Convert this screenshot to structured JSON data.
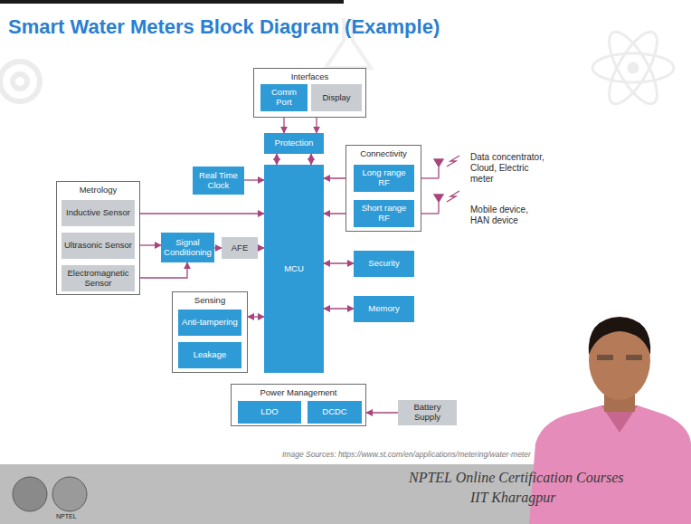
{
  "diagram": {
    "title": "Smart Water Meters Block Diagram (Example)",
    "nodes": [
      {
        "text": [
          "Interfaces"
        ]
      },
      {
        "text": [
          "Comm Port"
        ],
        "in": 0
      },
      {
        "text": [
          "Display"
        ],
        "in": 0
      },
      {
        "text": [
          "Protection"
        ]
      },
      {
        "text": [
          "Real Time Clock"
        ]
      },
      {
        "text": [
          "Metrology"
        ]
      },
      {
        "text": [
          "Inductive Sensor"
        ],
        "in": 5
      },
      {
        "text": [
          "Ultrasonic Sensor"
        ],
        "in": 5
      },
      {
        "text": [
          "Electromagnetic Sensor"
        ],
        "in": 5
      },
      {
        "text": [
          "Signal Conditioning"
        ]
      },
      {
        "text": [
          "AFE"
        ]
      },
      {
        "text": [
          "MCU"
        ]
      },
      {
        "text": [
          "Connectivity"
        ]
      },
      {
        "text": [
          "Long range RF"
        ],
        "in": 12
      },
      {
        "text": [
          "Short range RF"
        ],
        "in": 12
      },
      {
        "text": [
          "Security"
        ]
      },
      {
        "text": [
          "Memory"
        ]
      },
      {
        "text": [
          "Sensing"
        ]
      },
      {
        "text": [
          "Anti-tampering"
        ],
        "in": 17
      },
      {
        "text": [
          "Leakage"
        ],
        "in": 17
      },
      {
        "text": [
          "Power Management"
        ]
      },
      {
        "text": [
          "LDO"
        ],
        "in": 20
      },
      {
        "text": [
          "DCDC"
        ],
        "in": 20
      },
      {
        "text": [
          "Battery Supply"
        ]
      }
    ],
    "edges": [
      {
        "from": 1,
        "to": 3,
        "arrow": "both"
      },
      {
        "from": 2,
        "to": 3,
        "arrow": "both"
      },
      {
        "from": 3,
        "to": 11,
        "arrow": "both"
      },
      {
        "from": 3,
        "to": 11,
        "arrow": "both"
      },
      {
        "from": 4,
        "to": 11,
        "arrow": "to"
      },
      {
        "from": 6,
        "to": 11,
        "arrow": "to"
      },
      {
        "from": 7,
        "to": 9,
        "arrow": "to"
      },
      {
        "from": 8,
        "to": 9,
        "arrow": "to"
      },
      {
        "from": 9,
        "to": 10,
        "arrow": "to"
      },
      {
        "from": 10,
        "to": 11,
        "arrow": "to"
      },
      {
        "from": 11,
        "to": 13,
        "arrow": "both"
      },
      {
        "from": 11,
        "to": 14,
        "arrow": "both"
      },
      {
        "from": 11,
        "to": 15,
        "arrow": "both"
      },
      {
        "from": 11,
        "to": 16,
        "arrow": "both"
      },
      {
        "from": 17,
        "to": 11,
        "arrow": "both"
      },
      {
        "from": 23,
        "to": 20,
        "arrow": "to"
      }
    ],
    "labels": [
      "Data concentrator, Cloud, Electric meter",
      "Mobile device, HAN device",
      "Image Sources: https://www.st.com/en/applications/metering/water-meter",
      "NPTEL Online Certification Courses",
      "IIT Kharagpur",
      "NPTEL"
    ]
  }
}
